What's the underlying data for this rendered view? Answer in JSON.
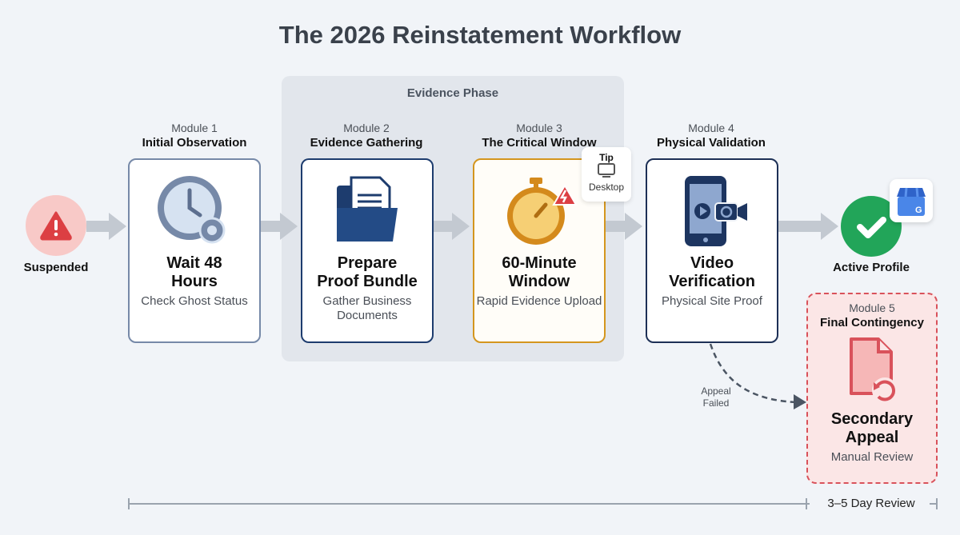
{
  "title": "The 2026 Reinstatement Workflow",
  "phase_label": "Evidence Phase",
  "start": {
    "label": "Suspended",
    "icon": "warning-icon"
  },
  "end": {
    "label": "Active Profile",
    "icon": "check-icon",
    "badge_icon": "google-business-icon",
    "badge_letter": "G"
  },
  "modules": [
    {
      "num": "Module 1",
      "name": "Initial Observation",
      "title_l1": "Wait 48",
      "title_l2": "Hours",
      "sub": "Check Ghost Status",
      "icon": "clock-gear-icon"
    },
    {
      "num": "Module 2",
      "name": "Evidence Gathering",
      "title_l1": "Prepare",
      "title_l2": "Proof Bundle",
      "sub": "Gather Business Documents",
      "icon": "folder-document-icon"
    },
    {
      "num": "Module 3",
      "name": "The Critical Window",
      "title_l1": "60-Minute",
      "title_l2": "Window",
      "sub": "Rapid Evidence Upload",
      "icon": "stopwatch-alert-icon"
    },
    {
      "num": "Module 4",
      "name": "Physical Validation",
      "title_l1": "Video",
      "title_l2": "Verification",
      "sub": "Physical Site Proof",
      "icon": "phone-video-icon"
    },
    {
      "num": "Module 5",
      "name": "Final Contingency",
      "title_l1": "Secondary",
      "title_l2": "Appeal",
      "sub": "Manual Review",
      "icon": "document-retry-icon"
    }
  ],
  "tip": {
    "label": "Tip",
    "text": "Desktop",
    "icon": "desktop-icon"
  },
  "fail_label_l1": "Appeal",
  "fail_label_l2": "Failed",
  "timeline_label": "3–5 Day Review",
  "colors": {
    "m1": "#7689a8",
    "m2": "#1d3c6e",
    "m3": "#d4961e",
    "m4": "#1d3056",
    "m5": "#d9525b",
    "success": "#22a559",
    "danger": "#dc3f43"
  }
}
